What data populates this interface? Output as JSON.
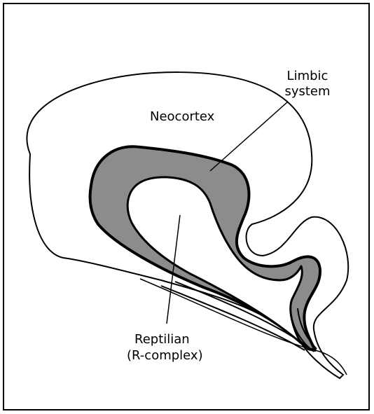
{
  "diagram": {
    "labels": {
      "neocortex": "Neocortex",
      "limbic_line1": "Limbic",
      "limbic_line2": "system",
      "reptilian_line1": "Reptilian",
      "reptilian_line2": "(R-complex)"
    },
    "colors": {
      "limbic_fill": "#8c8c8c",
      "outline": "#000000",
      "background": "#ffffff"
    }
  }
}
